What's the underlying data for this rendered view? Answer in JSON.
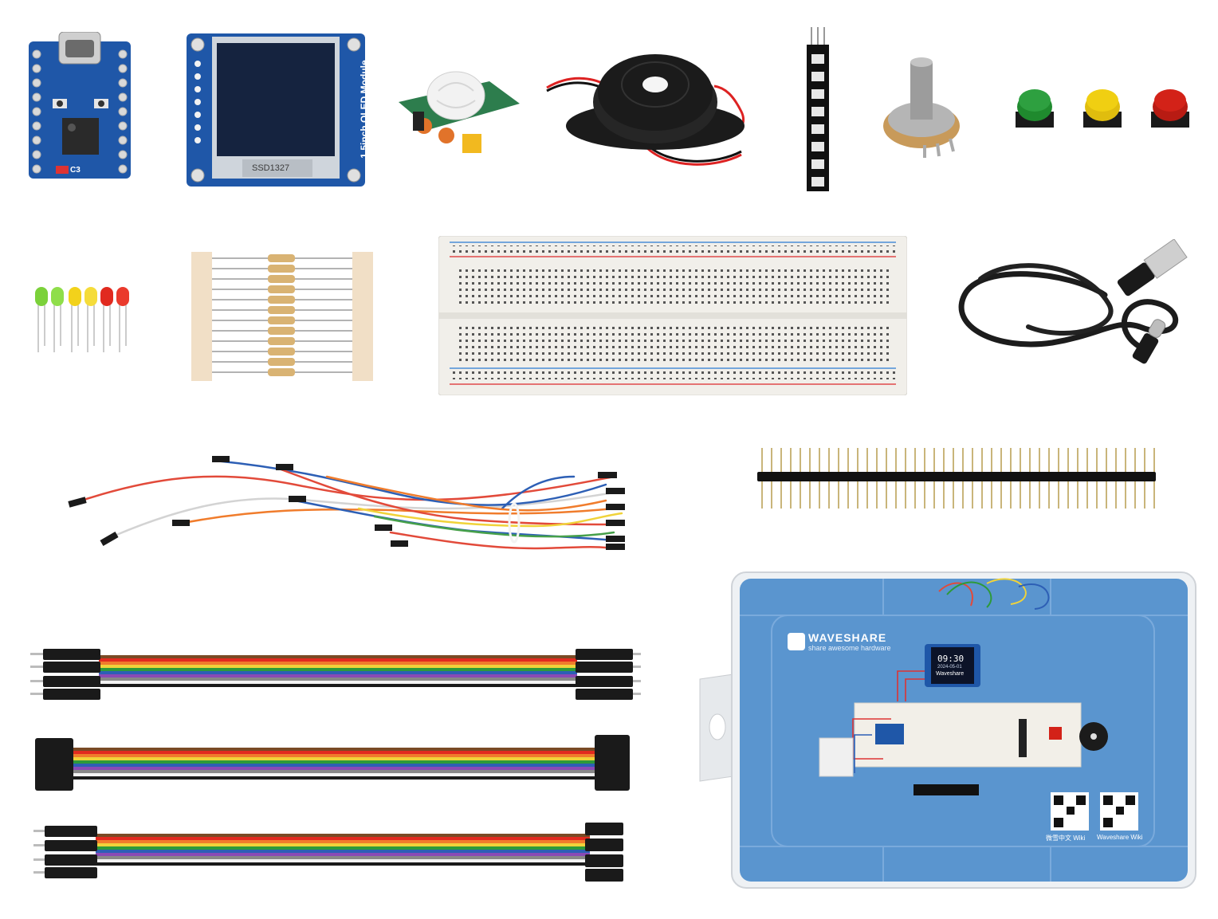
{
  "esp32_board": {
    "silk_label": "C3"
  },
  "oled_module": {
    "side_label": "1.5inch OLED Module",
    "chip_label": "SSD1327"
  },
  "storage_box": {
    "brand": "WAVESHARE",
    "tagline": "share awesome hardware",
    "clock_time": "09:30",
    "clock_date": "2024-05-01",
    "clock_brand": "Waveshare",
    "qr_label_left": "微雪中文 Wiki",
    "qr_label_right": "Waveshare Wiki"
  },
  "colors": {
    "pcb_blue": "#1f57a8",
    "box_blue": "#5a95cf",
    "led_green": "#7bd13a",
    "led_yellow": "#f2d21b",
    "led_red": "#e12a1f",
    "button_green": "#1f8a2e",
    "button_yellow": "#f0cf12",
    "button_red": "#d32218"
  }
}
